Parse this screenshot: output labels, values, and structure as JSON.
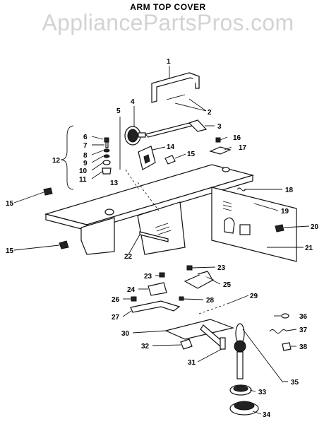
{
  "title": "ARM TOP COVER",
  "watermark": "AppliancePartsPros.com",
  "callouts": [
    {
      "id": "c1",
      "label": "1"
    },
    {
      "id": "c2",
      "label": "2"
    },
    {
      "id": "c3",
      "label": "3"
    },
    {
      "id": "c4",
      "label": "4"
    },
    {
      "id": "c5",
      "label": "5"
    },
    {
      "id": "c6",
      "label": "6"
    },
    {
      "id": "c7",
      "label": "7"
    },
    {
      "id": "c8",
      "label": "8"
    },
    {
      "id": "c9",
      "label": "9"
    },
    {
      "id": "c10",
      "label": "10"
    },
    {
      "id": "c11",
      "label": "11"
    },
    {
      "id": "c12",
      "label": "12"
    },
    {
      "id": "c13",
      "label": "13"
    },
    {
      "id": "c14",
      "label": "14"
    },
    {
      "id": "c15a",
      "label": "15"
    },
    {
      "id": "c15b",
      "label": "15"
    },
    {
      "id": "c15c",
      "label": "15"
    },
    {
      "id": "c16",
      "label": "16"
    },
    {
      "id": "c17",
      "label": "17"
    },
    {
      "id": "c18",
      "label": "18"
    },
    {
      "id": "c19",
      "label": "19"
    },
    {
      "id": "c20",
      "label": "20"
    },
    {
      "id": "c21",
      "label": "21"
    },
    {
      "id": "c22",
      "label": "22"
    },
    {
      "id": "c23a",
      "label": "23"
    },
    {
      "id": "c23b",
      "label": "23"
    },
    {
      "id": "c24",
      "label": "24"
    },
    {
      "id": "c25",
      "label": "25"
    },
    {
      "id": "c26",
      "label": "26"
    },
    {
      "id": "c27",
      "label": "27"
    },
    {
      "id": "c28",
      "label": "28"
    },
    {
      "id": "c29",
      "label": "29"
    },
    {
      "id": "c30",
      "label": "30"
    },
    {
      "id": "c31",
      "label": "31"
    },
    {
      "id": "c32",
      "label": "32"
    },
    {
      "id": "c33",
      "label": "33"
    },
    {
      "id": "c34",
      "label": "34"
    },
    {
      "id": "c35",
      "label": "35"
    },
    {
      "id": "c36",
      "label": "36"
    },
    {
      "id": "c37",
      "label": "37"
    },
    {
      "id": "c38",
      "label": "38"
    }
  ]
}
